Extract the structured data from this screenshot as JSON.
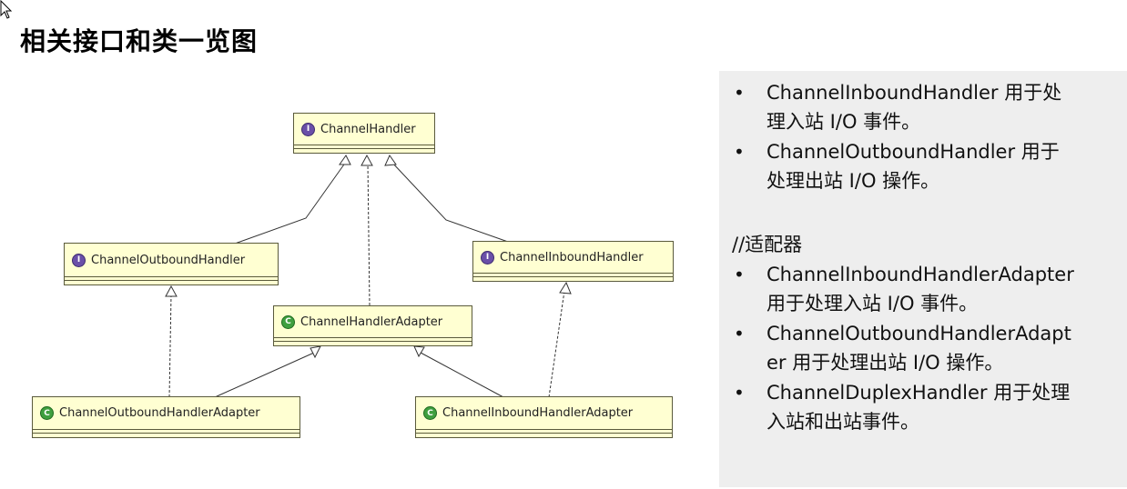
{
  "title": "相关接口和类一览图",
  "diagram": {
    "nodes": {
      "channel_handler": {
        "label": "ChannelHandler",
        "kind": "I"
      },
      "outbound_handler": {
        "label": "ChannelOutboundHandler",
        "kind": "I"
      },
      "inbound_handler": {
        "label": "ChannelInboundHandler",
        "kind": "I"
      },
      "handler_adapter": {
        "label": "ChannelHandlerAdapter",
        "kind": "C"
      },
      "outbound_adapter": {
        "label": "ChannelOutboundHandlerAdapter",
        "kind": "C"
      },
      "inbound_adapter": {
        "label": "ChannelInboundHandlerAdapter",
        "kind": "C"
      }
    }
  },
  "notes": {
    "handlers": [
      {
        "lines": [
          "ChannelInboundHandler 用于处",
          "理入站 I/O 事件。"
        ]
      },
      {
        "lines": [
          "ChannelOutboundHandler 用于",
          "处理出站 I/O 操作。"
        ]
      }
    ],
    "adapter_label": "//适配器",
    "adapters": [
      {
        "lines": [
          "ChannelInboundHandlerAdapter",
          "用于处理入站 I/O 事件。"
        ]
      },
      {
        "lines": [
          "ChannelOutboundHandlerAdapt",
          "er 用于处理出站 I/O 操作。"
        ]
      },
      {
        "lines": [
          "ChannelDuplexHandler 用于处理",
          "入站和出站事件。"
        ]
      }
    ],
    "bullet": "•"
  }
}
